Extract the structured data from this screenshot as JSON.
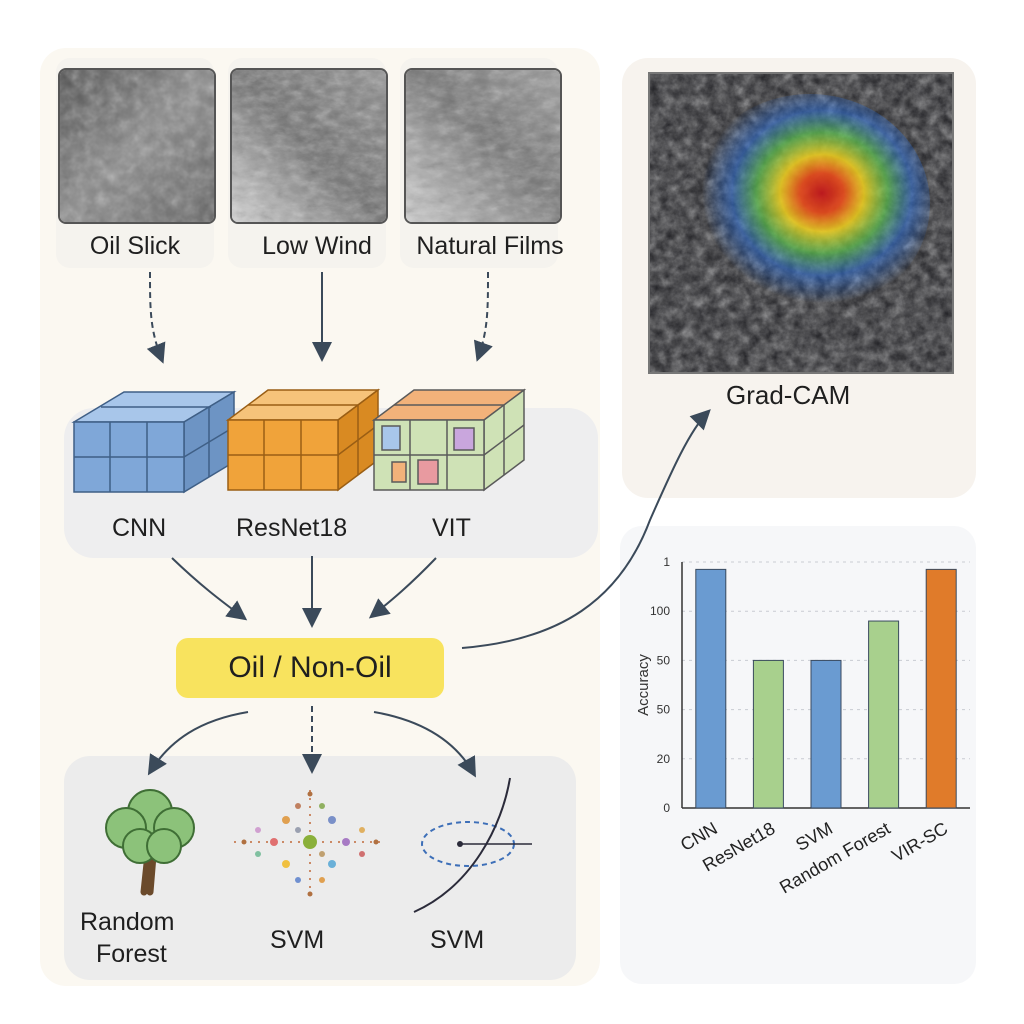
{
  "inputs": [
    {
      "label": "Oil Slick"
    },
    {
      "label": "Low Wind"
    },
    {
      "label": "Natural Films"
    }
  ],
  "models": [
    {
      "label": "CNN",
      "color": "#7fa7d8"
    },
    {
      "label": "ResNet18",
      "color": "#f0a33a"
    },
    {
      "label": "VIT",
      "color": "#cfe2b6"
    }
  ],
  "decision": {
    "label": "Oil / Non-Oil",
    "color": "#f8e35e"
  },
  "classifiers": [
    {
      "label_line1": "Random",
      "label_line2": "Forest",
      "icon": "tree-icon"
    },
    {
      "label": "SVM",
      "icon": "scatter-points-icon"
    },
    {
      "label": "SVM",
      "icon": "hyperplane-icon"
    }
  ],
  "gradcam": {
    "label": "Grad-CAM"
  },
  "chart_data": {
    "type": "bar",
    "ylabel": "Accuracy",
    "ytick_labels": [
      "0",
      "20",
      "50",
      "50",
      "100",
      "1"
    ],
    "ytick_values": [
      0,
      20,
      40,
      60,
      80,
      100
    ],
    "ylim": [
      0,
      100
    ],
    "grid": true,
    "categories": [
      "CNN",
      "ResNet18",
      "SVM",
      "Random Forest",
      "VIR-SC"
    ],
    "values": [
      97,
      60,
      60,
      76,
      97
    ],
    "colors": [
      "#6a9bd1",
      "#a8d08d",
      "#6a9bd1",
      "#a8d08d",
      "#e07b2a"
    ]
  }
}
